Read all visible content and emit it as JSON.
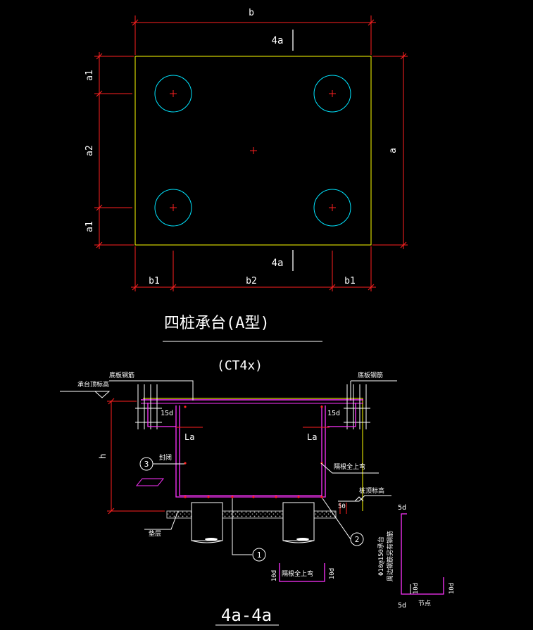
{
  "plan": {
    "dim_b": "b",
    "dim_a": "a",
    "dim_a1_top": "a1",
    "dim_a2": "a2",
    "dim_a1_bottom": "a1",
    "dim_b1_left": "b1",
    "dim_b2": "b2",
    "dim_b1_right": "b1",
    "section_mark_top": "4a",
    "section_mark_bottom": "4a"
  },
  "title": {
    "main": "四桩承台(A型)",
    "code": "(CT4x)"
  },
  "section": {
    "label_cap_top": "承台顶标高",
    "label_bottom_bar_left": "底板钢筋",
    "label_bottom_bar_right": "底板钢筋",
    "dim_15d_left": "15d",
    "dim_15d_right": "15d",
    "dim_la_left": "La",
    "dim_la_right": "La",
    "dim_h": "h",
    "callout_3": "3",
    "label_side_bar": "封闭",
    "label_corner_bar": "隔根全上弯",
    "label_pile_top": "桩顶标高",
    "dim_50": "50",
    "label_cushion": "垫层",
    "callout_1": "1",
    "callout_2": "2",
    "label_detail_bar": "隔根全上弯",
    "dim_10d_a": "10d",
    "dim_10d_b": "10d",
    "label_spec_1": "Φ10@150承台",
    "label_spec_2": "周边钢筋另有钢筋",
    "dim_5d_top": "5d",
    "dim_5d_bottom": "5d",
    "dim_10d_c": "10d",
    "dim_10d_d": "10d",
    "label_detail_bottom": "节点",
    "title": "4a-4a"
  },
  "colors": {
    "background": "#000000",
    "outline": "#ffff00",
    "dimension": "#ff2020",
    "pile": "#00e5ff",
    "rebar": "#ff33ff",
    "text": "#ffffff",
    "cushion": "#bfbfbf"
  }
}
